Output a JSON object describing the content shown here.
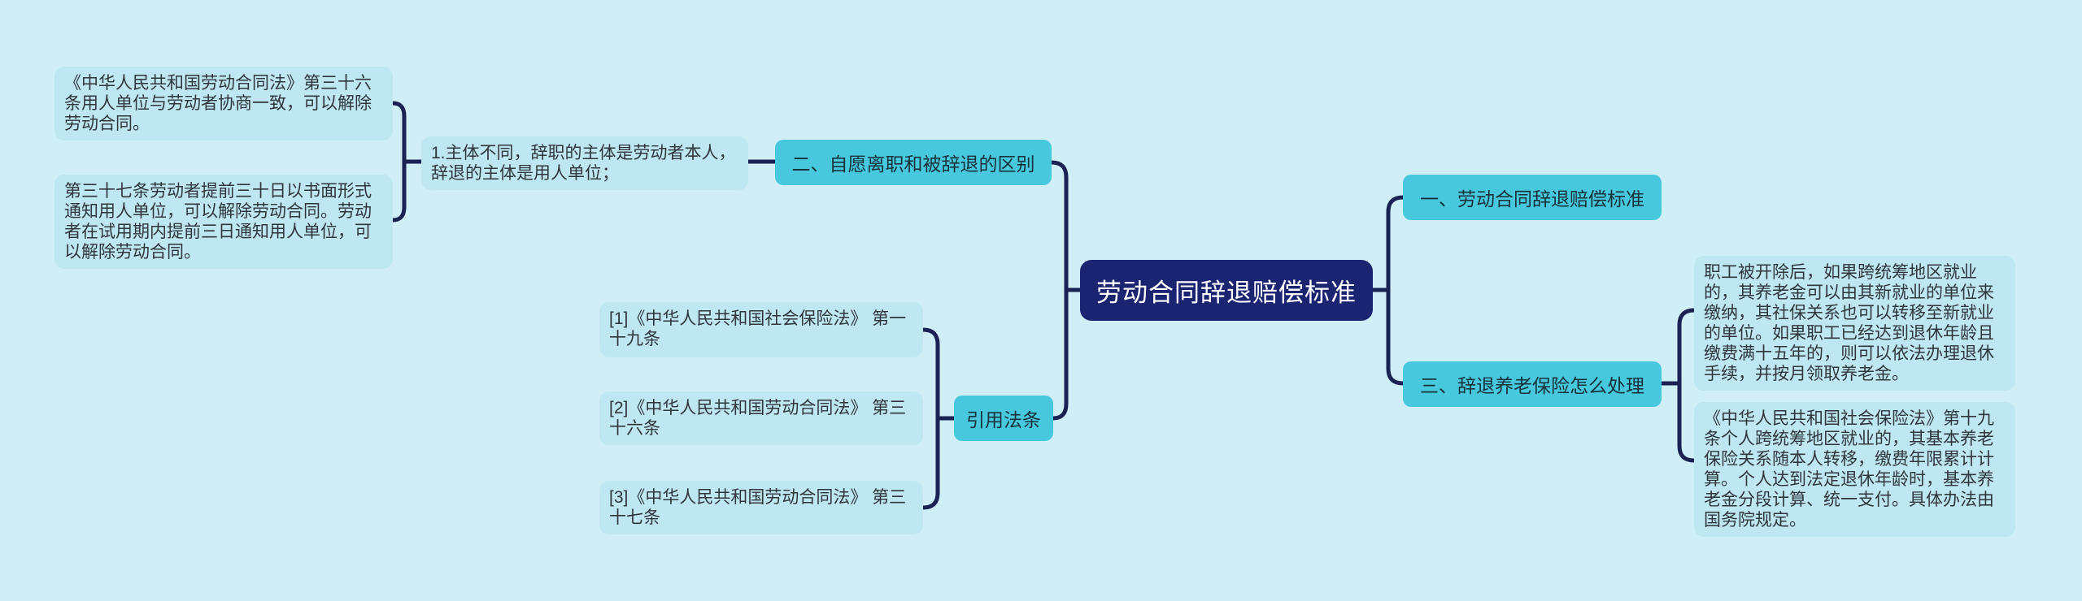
{
  "diagram": {
    "title": "劳动合同辞退赔偿标准",
    "root": {
      "label": "劳动合同辞退赔偿标准"
    },
    "branches": {
      "compensation": {
        "label": "一、劳动合同辞退赔偿标准"
      },
      "difference": {
        "label": "二、自愿离职和被辞退的区别",
        "detail": "1.主体不同，辞职的主体是劳动者本人，辞退的主体是用人单位；",
        "laws": [
          "《中华人民共和国劳动合同法》第三十六条用人单位与劳动者协商一致，可以解除劳动合同。",
          "第三十七条劳动者提前三十日以书面形式通知用人单位，可以解除劳动合同。劳动者在试用期内提前三日通知用人单位，可以解除劳动合同。"
        ]
      },
      "pension": {
        "label": "三、辞退养老保险怎么处理",
        "details": [
          "职工被开除后，如果跨统筹地区就业的，其养老金可以由其新就业的单位来缴纳，其社保关系也可以转移至新就业的单位。如果职工已经达到退休年龄且缴费满十五年的，则可以依法办理退休手续，并按月领取养老金。",
          "《中华人民共和国社会保险法》第十九条个人跨统筹地区就业的，其基本养老保险关系随本人转移，缴费年限累计计算。个人达到法定退休年龄时，基本养老金分段计算、统一支付。具体办法由国务院规定。"
        ]
      },
      "citations": {
        "label": "引用法条",
        "items": [
          "[1]《中华人民共和国社会保险法》 第一十九条",
          "[2]《中华人民共和国劳动合同法》 第三十六条",
          "[3]《中华人民共和国劳动合同法》 第三十七条"
        ]
      }
    },
    "colors": {
      "background": "#cfeef6",
      "detail_node_fill": "#bee7f1",
      "topic_node_fill": "#47c8dc",
      "root_node_fill": "#1b2470",
      "root_node_text": "#ffffff",
      "connector_line": "#1a2153",
      "detail_text": "#2f363c"
    }
  }
}
